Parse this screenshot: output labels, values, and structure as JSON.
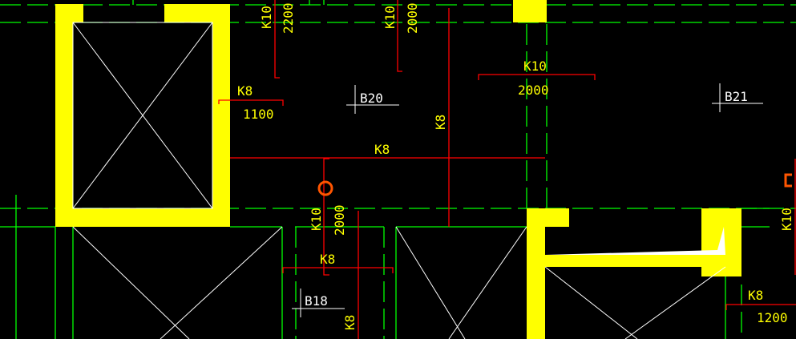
{
  "colors": {
    "background": "#000000",
    "column": "#ffff00",
    "axis": "#00ff00",
    "rebar": "#ff0000",
    "text": "#ffff00",
    "slab": "#ffffff",
    "marker": "#ff5500"
  },
  "rebar_labels": {
    "top_left_vertical": {
      "spec": "K10",
      "length": "2200"
    },
    "top_mid_vertical": {
      "spec": "K10",
      "length": "2000"
    },
    "left_short": {
      "spec": "K8",
      "length": "1100"
    },
    "top_right": {
      "spec": "K10",
      "length": "2000"
    },
    "mid_vertical": {
      "spec": "K8"
    },
    "mid_horizontal": {
      "spec": "K8"
    },
    "lower_vertical": {
      "spec": "K10",
      "length": "2000"
    },
    "lower_horizontal": {
      "spec": "K8"
    },
    "lower_small_vertical": {
      "spec": "K8"
    },
    "right_vertical": {
      "spec": "K10"
    },
    "right_bottom": {
      "spec": "K8",
      "length": "1200"
    }
  },
  "slabs": [
    "B20",
    "B21",
    "B18"
  ]
}
